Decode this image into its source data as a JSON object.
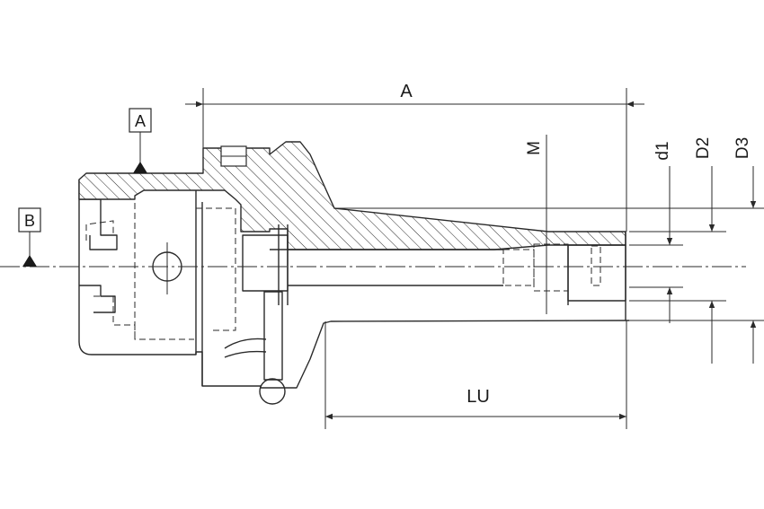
{
  "labels": {
    "datum_a": "A",
    "datum_b": "B",
    "dim_a": "A",
    "dim_m": "M",
    "dim_d1": "d1",
    "dim_d2": "D2",
    "dim_d3": "D3",
    "dim_lu": "LU"
  }
}
